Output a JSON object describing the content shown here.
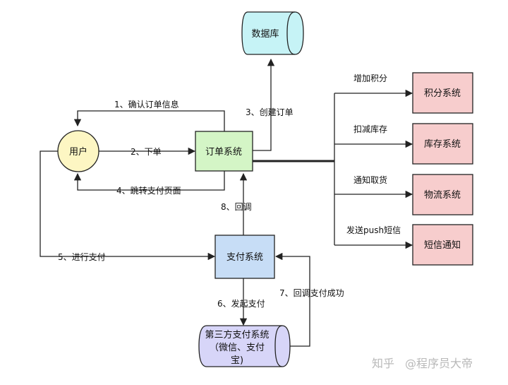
{
  "nodes": {
    "database": "数据库",
    "user": "用户",
    "order_system": "订单系统",
    "payment_system": "支付系统",
    "points_system": "积分系统",
    "inventory_system": "库存系统",
    "logistics_system": "物流系统",
    "sms_notify": "短信通知",
    "third_party": {
      "line1": "第三方支付系统",
      "line2": "（微信、支付",
      "line3": "宝)"
    }
  },
  "edges": {
    "confirm_order": "1、确认订单信息",
    "place_order": "2、下单",
    "create_order": "3、创建订单",
    "redirect_pay": "4、跳转支付页面",
    "do_pay": "5、进行支付",
    "initiate_pay": "6、发起支付",
    "callback_success": "7、回调支付成功",
    "callback": "8、回调",
    "add_points": "增加积分",
    "deduct_stock": "扣减库存",
    "notify_pickup": "通知取货",
    "send_push": "发送push短信"
  },
  "watermark": {
    "platform": "知乎",
    "author": "@程序员大帝"
  },
  "colors": {
    "database": "#c6f3f6",
    "user": "#fdf6c3",
    "order_system": "#d4f5c6",
    "payment_system": "#c7ddf6",
    "third_party": "#d7d5f8",
    "right_boxes": "#f7cdcd",
    "line": "#222222"
  }
}
